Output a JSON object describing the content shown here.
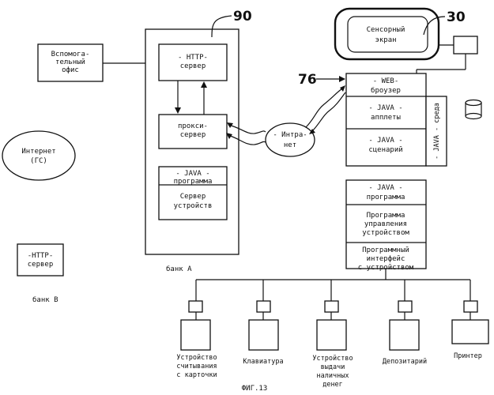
{
  "figure": {
    "caption": "ФИГ.13"
  },
  "refs": {
    "r90": "90",
    "r30": "30",
    "r76": "76"
  },
  "back_office": {
    "l1": "Вспомога-",
    "l2": "тельный",
    "l3": "офис"
  },
  "internet": {
    "l1": "Интернет",
    "l2": "(ГС)"
  },
  "bank_b": {
    "server_l1": "-HTTP-",
    "server_l2": "сервер",
    "label": "банк В"
  },
  "bank_a": {
    "http_l1": "- HTTP-",
    "http_l2": "сервер",
    "proxy_l1": "прокси-",
    "proxy_l2": "сервер",
    "java_l1": "- JAVA -",
    "java_l2": "программа",
    "device_l1": "Сервер",
    "device_l2": "устройств",
    "label": "банк А"
  },
  "intranet": {
    "l1": "- Интра-",
    "l2": "нет"
  },
  "touch": {
    "l1": "Сенсорный",
    "l2": "экран"
  },
  "browser": {
    "web_l1": "- WEB-",
    "web_l2": "броузер",
    "applets_l1": "- JAVA -",
    "applets_l2": "апплеты",
    "scripts_l1": "- JAVA -",
    "scripts_l2": "сценарий",
    "env": "- JAVA - среда"
  },
  "control": {
    "java_l1": "- JAVA -",
    "java_l2": "программа",
    "mgmt_l1": "Программа",
    "mgmt_l2": "управления",
    "mgmt_l3": "устройством",
    "api_l1": "Программный",
    "api_l2": "интерфейс",
    "api_l3": "с устройством"
  },
  "devices": {
    "card_l1": "Устройство",
    "card_l2": "считывания",
    "card_l3": "с карточки",
    "keyboard": "Клавиатура",
    "cash_l1": "Устройство",
    "cash_l2": "выдачи",
    "cash_l3": "наличных",
    "cash_l4": "денег",
    "depository": "Депозитарий",
    "printer": "Принтер"
  }
}
